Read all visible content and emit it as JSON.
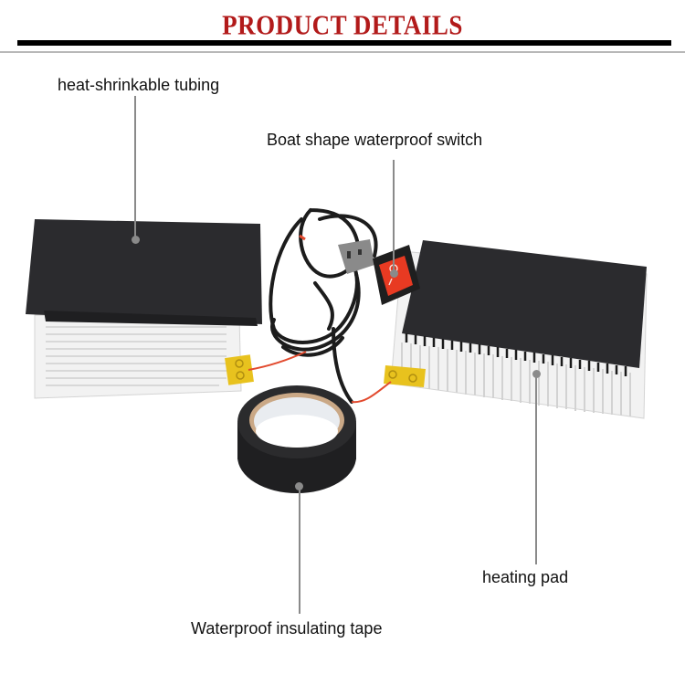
{
  "header": {
    "title": "PRODUCT DETAILS",
    "title_color": "#b21a1a"
  },
  "callouts": [
    {
      "id": "heat-shrinkable-tubing",
      "label": "heat-shrinkable tubing"
    },
    {
      "id": "boat-shape-waterproof-switch",
      "label": "Boat shape waterproof switch"
    },
    {
      "id": "heating-pad",
      "label": "heating pad"
    },
    {
      "id": "waterproof-insulating-tape",
      "label": "Waterproof insulating tape"
    }
  ],
  "colors": {
    "tubing": "#2b2b2e",
    "pad": "#eeeeee",
    "switch_red": "#e83a22",
    "terminal_yellow": "#e8c21e",
    "wire_red": "#e24a2e",
    "leader_gray": "#8a8a8a"
  }
}
